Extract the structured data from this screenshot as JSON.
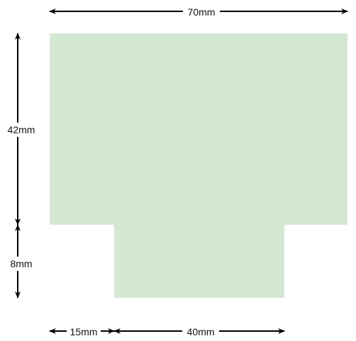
{
  "colors": {
    "shape_fill": "#d5e8d4",
    "arrow": "#000000",
    "text": "#111111",
    "label_background": "#ffffff"
  },
  "dimensions": {
    "top_width": "70mm",
    "upper_height": "42mm",
    "lower_height": "8mm",
    "left_offset": "15mm",
    "tab_width": "40mm"
  }
}
